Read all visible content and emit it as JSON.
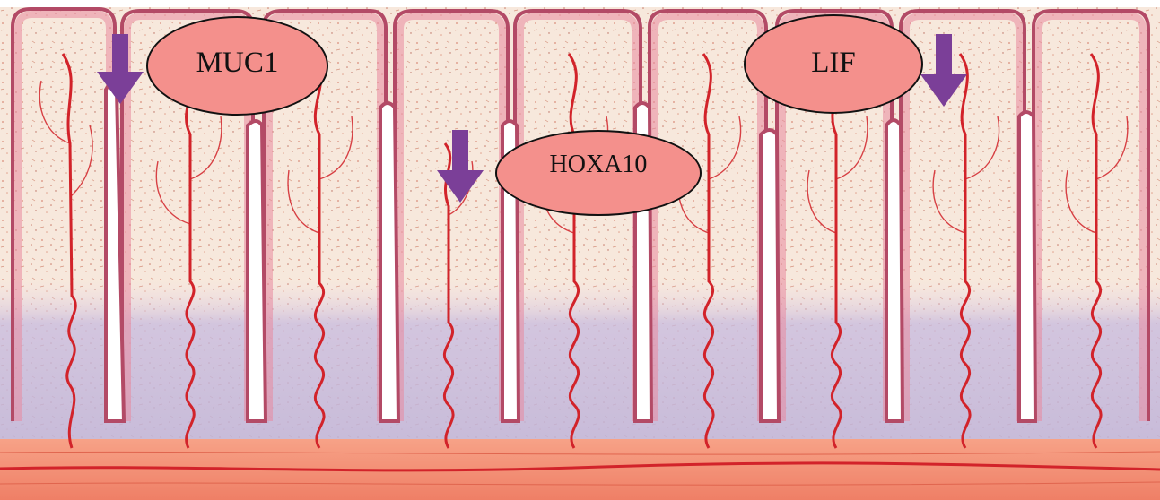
{
  "diagram": {
    "labels": [
      {
        "id": "muc",
        "text": "MUC1",
        "arrow": "down"
      },
      {
        "id": "hoxa",
        "text": "HOXA10",
        "arrow": "down"
      },
      {
        "id": "lif",
        "text": "LIF",
        "arrow": "down"
      }
    ],
    "colors": {
      "epithelium_fill": "#e98aa0",
      "epithelium_stroke": "#b34a66",
      "stroma": "#f6e6d8",
      "stroma_deep": "#c9b8dc",
      "vessel": "#d2232a",
      "myometrium": "#f08a72",
      "bubble_fill": "#f4908c",
      "arrow": "#7b3f98"
    }
  }
}
